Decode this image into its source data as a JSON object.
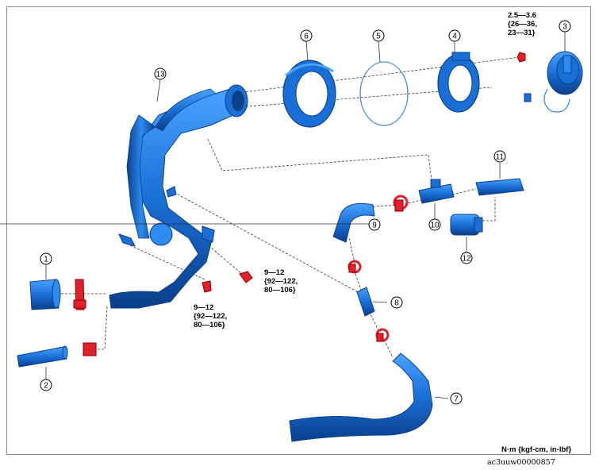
{
  "callouts": {
    "c1": "1",
    "c2": "2",
    "c3": "3",
    "c4": "4",
    "c5": "5",
    "c6": "6",
    "c7": "7",
    "c8": "8",
    "c9": "9",
    "c10": "10",
    "c11": "11",
    "c12": "12",
    "c13": "13"
  },
  "torque_specs": {
    "cap_bolt": {
      "l1": "2.5—3.6",
      "l2": "{26—36,",
      "l3": "23—31}"
    },
    "bracket_bolt": {
      "l1": "9—12",
      "l2": "{92—122,",
      "l3": "80—106}"
    },
    "pipe_bolt": {
      "l1": "9—12",
      "l2": "{92—122,",
      "l3": "80—106}"
    }
  },
  "units_label": "N·m {kgf-cm, in-lbf}",
  "figure_code": "ac3uuw00000857",
  "colors": {
    "part_blue": "#1a6fd6",
    "part_dark": "#0b4a9e",
    "fastener_red": "#e0202a",
    "leader": "#333333"
  }
}
